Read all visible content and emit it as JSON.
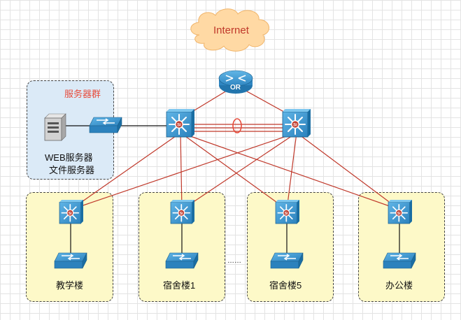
{
  "internet": {
    "label": "Internet"
  },
  "router": {
    "label": "OR"
  },
  "server_group": {
    "title": "服务器群",
    "lines": [
      "WEB服务器",
      "文件服务器"
    ]
  },
  "buildings": [
    {
      "label": "教学楼"
    },
    {
      "label": "宿舍楼1"
    },
    {
      "label": "宿舍楼5"
    },
    {
      "label": "办公楼"
    }
  ],
  "ellipsis": "……",
  "colors": {
    "cloud": "#ffd9a4",
    "cloud_text": "#c0392b",
    "link_red": "#c0392b",
    "link_black": "#111111",
    "switch_blue": "#3d9ad1",
    "zone_yellow": "#fdf9c8",
    "zone_blue": "#dbeaf7",
    "title_red": "#e74c3c"
  },
  "icons": {
    "cloud": "cloud-icon",
    "router": "router-icon",
    "core_switch": "layer3-switch-icon",
    "access_switch": "workgroup-switch-icon",
    "server": "server-icon"
  }
}
